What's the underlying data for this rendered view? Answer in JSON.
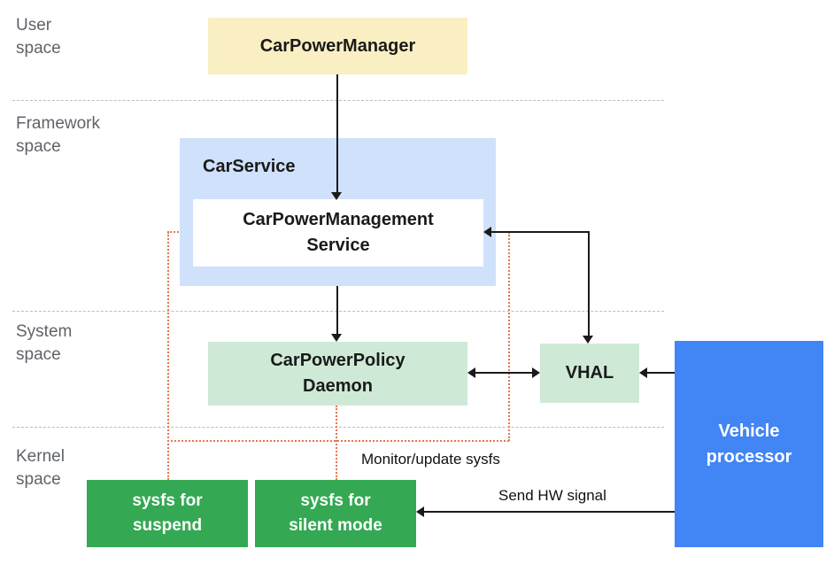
{
  "colors": {
    "yellow": "#FAEFC3",
    "lightblue": "#CFE1FB",
    "lightgreen": "#CEEAD6",
    "green": "#34A853",
    "blue": "#4285F4",
    "label": "#5F6368",
    "dotted": "#E8764C",
    "line": "#1A1A1A",
    "separator": "#BDBDBD"
  },
  "layers": {
    "user": "User\nspace",
    "framework": "Framework\nspace",
    "system": "System\nspace",
    "kernel": "Kernel\nspace"
  },
  "nodes": {
    "car_power_manager": "CarPowerManager",
    "car_service": "CarService",
    "car_power_management_service": "CarPowerManagement\nService",
    "car_power_policy_daemon": "CarPowerPolicy\nDaemon",
    "vhal": "VHAL",
    "vehicle_processor": "Vehicle\nprocessor",
    "sysfs_suspend": "sysfs for\nsuspend",
    "sysfs_silent": "sysfs for\nsilent mode"
  },
  "annotations": {
    "monitor": "Monitor/update sysfs",
    "send_hw": "Send HW signal"
  }
}
